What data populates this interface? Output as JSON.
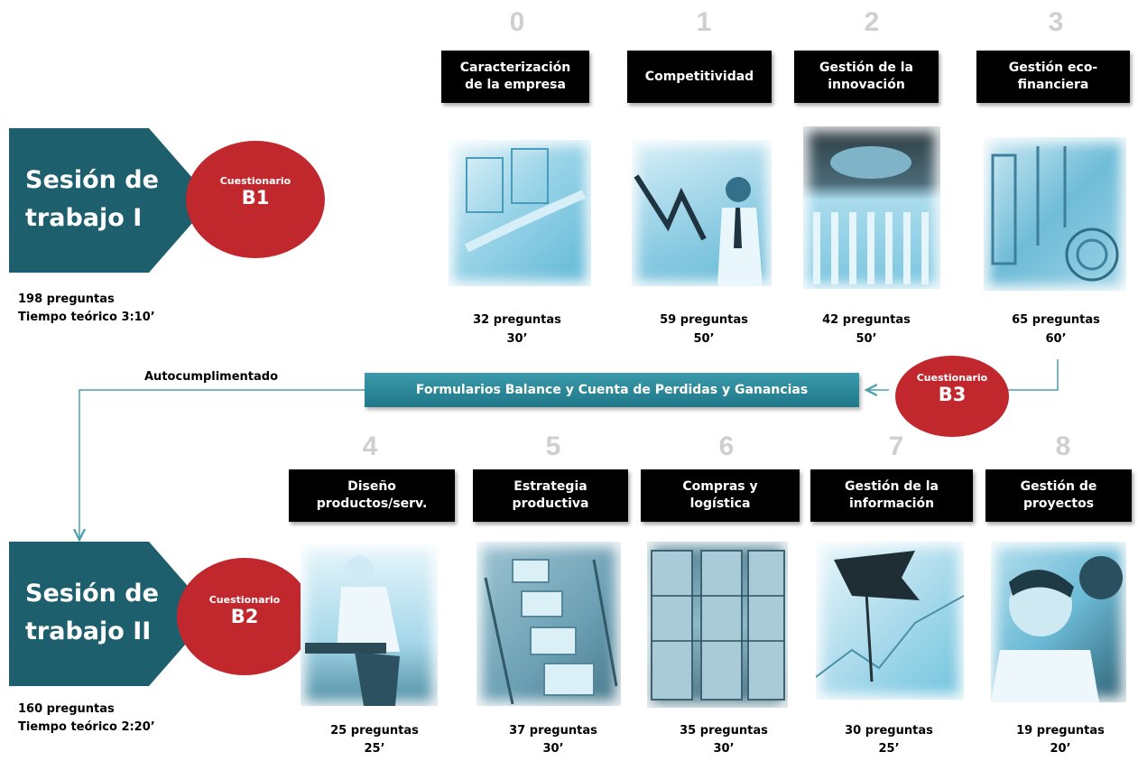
{
  "modules_top": [
    {
      "num": "0",
      "label": "Caracterización\nde la empresa",
      "questions": "32 preguntas",
      "time": "30’",
      "photo": "filing-cabinet-photo"
    },
    {
      "num": "1",
      "label": "Competitividad",
      "questions": "59 preguntas",
      "time": "50’",
      "photo": "declining-chart-man-photo"
    },
    {
      "num": "2",
      "label": "Gestión de la\ninnovación",
      "questions": "42 preguntas",
      "time": "50’",
      "photo": "hands-and-pencils-photo"
    },
    {
      "num": "3",
      "label": "Gestión eco-\nfinanciera",
      "questions": "65  preguntas",
      "time": "60’",
      "photo": "coins-and-papers-photo"
    }
  ],
  "modules_bottom": [
    {
      "num": "4",
      "label": "Diseño\nproductos/serv.",
      "questions": "25 preguntas",
      "time": "25’",
      "photo": "woman-writing-photo"
    },
    {
      "num": "5",
      "label": "Estrategia\nproductiva",
      "questions": "37 preguntas",
      "time": "30’",
      "photo": "boxes-conveyor-photo"
    },
    {
      "num": "6",
      "label": "Compras y\nlogística",
      "questions": "35 preguntas",
      "time": "30’",
      "photo": "wooden-pallets-photo"
    },
    {
      "num": "7",
      "label": "Gestión de la\ninformación",
      "questions": "30  preguntas",
      "time": "25’",
      "photo": "flag-on-graph-photo"
    },
    {
      "num": "8",
      "label": "Gestión de\nproyectos",
      "questions": "19  preguntas",
      "time": "20’",
      "photo": "students-photo"
    }
  ],
  "session1": {
    "title_line1": "Sesión de",
    "title_line2": "trabajo I",
    "questionnaire_label": "Cuestionario",
    "questionnaire_code": "B1",
    "questions": "198 preguntas",
    "time": "Tiempo teórico 3:10’"
  },
  "session2": {
    "title_line1": "Sesión de",
    "title_line2": "trabajo II",
    "questionnaire_label": "Cuestionario",
    "questionnaire_code": "B2",
    "questions": "160 preguntas",
    "time": "Tiempo teórico 2:20’"
  },
  "b3": {
    "questionnaire_label": "Cuestionario",
    "questionnaire_code": "B3"
  },
  "forms_bar": {
    "label": "Formularios Balance y Cuenta de Perdidas y Ganancias"
  },
  "self_completed": {
    "label": "Autocumplimentado"
  },
  "colors": {
    "session_teal": "#1e5f6e",
    "circle_red": "#c0282d",
    "bar_teal": "#2a8a9a",
    "photo_tint": "#6ec3dd",
    "connector": "#4a9fb0"
  }
}
